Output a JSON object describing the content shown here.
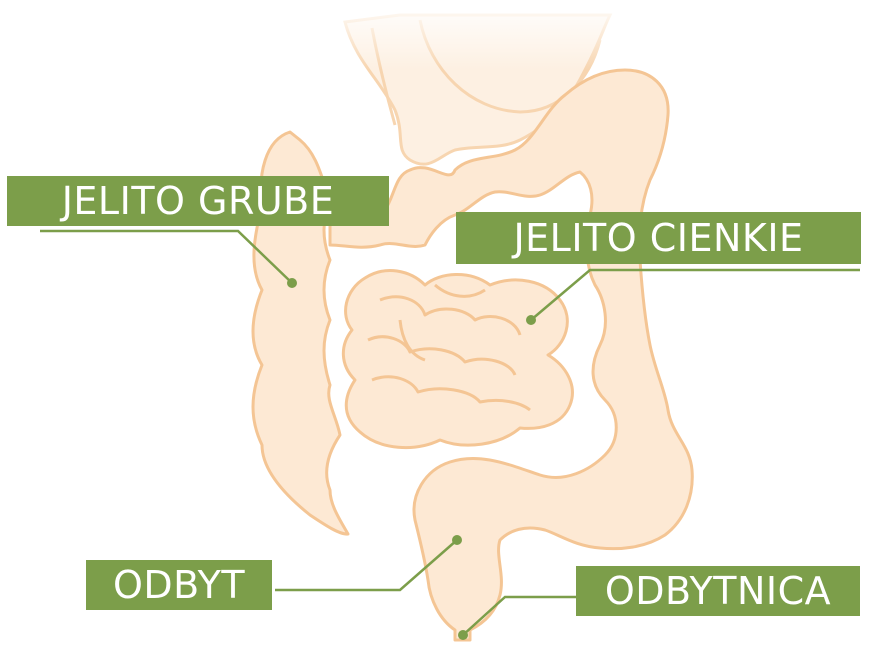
{
  "labels": {
    "large_intestine": "JELITO GRUBE",
    "small_intestine": "JELITO CIENKIE",
    "anus": "ODBYT",
    "rectum": "ODBYTNICA"
  },
  "colors": {
    "organ_fill": "#fde9d4",
    "organ_stroke": "#f4c594",
    "label_bg": "#7c9e4a",
    "label_text": "#ffffff",
    "leader": "#7c9e4a"
  }
}
